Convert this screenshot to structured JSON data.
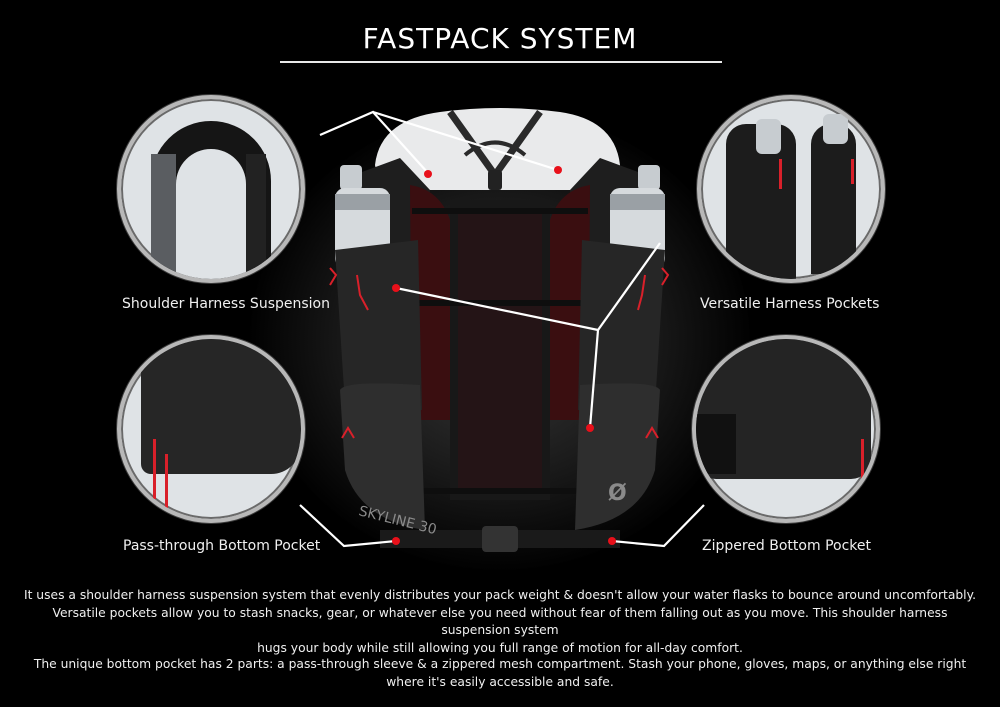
{
  "title": "FASTPACK SYSTEM",
  "features": [
    {
      "label": "Shoulder Harness Suspension",
      "position": "top-left"
    },
    {
      "label": "Versatile Harness Pockets",
      "position": "top-right"
    },
    {
      "label": "Pass-through Bottom Pocket",
      "position": "bottom-left"
    },
    {
      "label": "Zippered Bottom Pocket",
      "position": "bottom-right"
    }
  ],
  "pack": {
    "side_print": "SKYLINE 30",
    "logo_glyph": "OMM-bird-logo"
  },
  "description": {
    "paragraph1_line1": "It uses a shoulder harness suspension system that evenly distributes your pack weight & doesn't allow your water flasks to bounce around uncomfortably.",
    "paragraph1_line2": "Versatile pockets allow you to stash snacks, gear, or whatever else you need without fear of them falling out as you move. This shoulder harness suspension system",
    "paragraph1_line3": "hugs your body while still allowing you full range of motion for all-day comfort.",
    "paragraph2_line1": "The unique bottom pocket has 2 parts: a pass-through sleeve & a zippered mesh compartment. Stash your phone, gloves, maps, or anything else right",
    "paragraph2_line2": "where it's easily accessible and safe."
  },
  "colors": {
    "background": "#000000",
    "text": "#f0f0f0",
    "callout_dot": "#e8101a",
    "callout_line": "#ffffff",
    "accent_cord": "#d9202a"
  }
}
